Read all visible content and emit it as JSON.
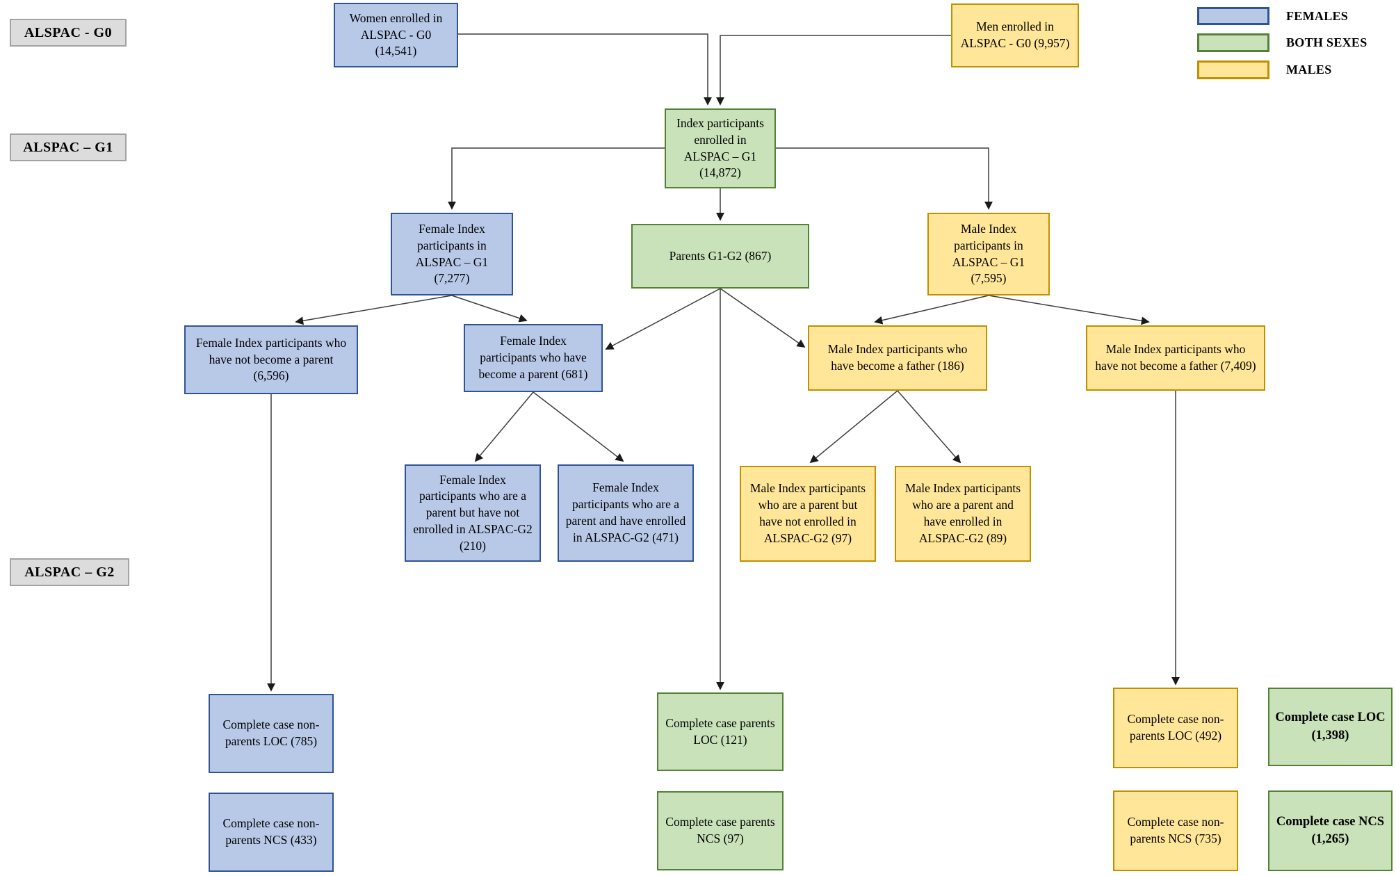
{
  "legend": {
    "items": [
      {
        "label": "FEMALES",
        "fill": "#b8c9e8",
        "border": "#2f5496"
      },
      {
        "label": "BOTH SEXES",
        "fill": "#c9e2ba",
        "border": "#538135"
      },
      {
        "label": "MALES",
        "fill": "#ffe699",
        "border": "#bf9000"
      }
    ]
  },
  "generation_labels": {
    "g0": "ALSPAC - G0",
    "g1": "ALSPAC – G1",
    "g2": "ALSPAC – G2"
  },
  "nodes": {
    "women": {
      "text": "Women enrolled in ALSPAC - G0 (14,541)"
    },
    "men": {
      "text": "Men enrolled in ALSPAC - G0 (9,957)"
    },
    "index": {
      "text": "Index participants enrolled in ALSPAC – G1 (14,872)"
    },
    "female_index": {
      "text": "Female Index participants in ALSPAC – G1 (7,277)"
    },
    "parents": {
      "text": "Parents G1-G2 (867)"
    },
    "male_index": {
      "text": "Male Index participants in ALSPAC – G1 (7,595)"
    },
    "female_not_parent": {
      "text": "Female Index participants who have not become a parent (6,596)"
    },
    "female_parent": {
      "text": "Female Index participants who have become a parent (681)"
    },
    "male_father": {
      "text": "Male Index participants who have become a father (186)"
    },
    "male_not_father": {
      "text": "Male Index participants who have not become a father (7,409)"
    },
    "female_parent_not_enrolled": {
      "text": "Female Index participants who are a parent but have not enrolled in ALSPAC-G2 (210)"
    },
    "female_parent_enrolled": {
      "text": "Female Index participants who are a parent and have enrolled in ALSPAC-G2 (471)"
    },
    "male_parent_not_enrolled": {
      "text": "Male Index participants who are a parent but have not enrolled in ALSPAC-G2 (97)"
    },
    "male_parent_enrolled": {
      "text": "Male Index participants who are a parent and have enrolled in ALSPAC-G2 (89)"
    },
    "cc_nonparents_loc_female": {
      "text": "Complete case non-parents LOC (785)"
    },
    "cc_nonparents_ncs_female": {
      "text": "Complete case non-parents NCS (433)"
    },
    "cc_parents_loc": {
      "text": "Complete case parents LOC (121)"
    },
    "cc_parents_ncs": {
      "text": "Complete case parents NCS (97)"
    },
    "cc_nonparents_loc_male": {
      "text": "Complete case non-parents LOC (492)"
    },
    "cc_nonparents_ncs_male": {
      "text": "Complete case non-parents NCS (735)"
    },
    "cc_total_loc": {
      "text": "Complete case LOC (1,398)"
    },
    "cc_total_ncs": {
      "text": "Complete case NCS (1,265)"
    }
  }
}
